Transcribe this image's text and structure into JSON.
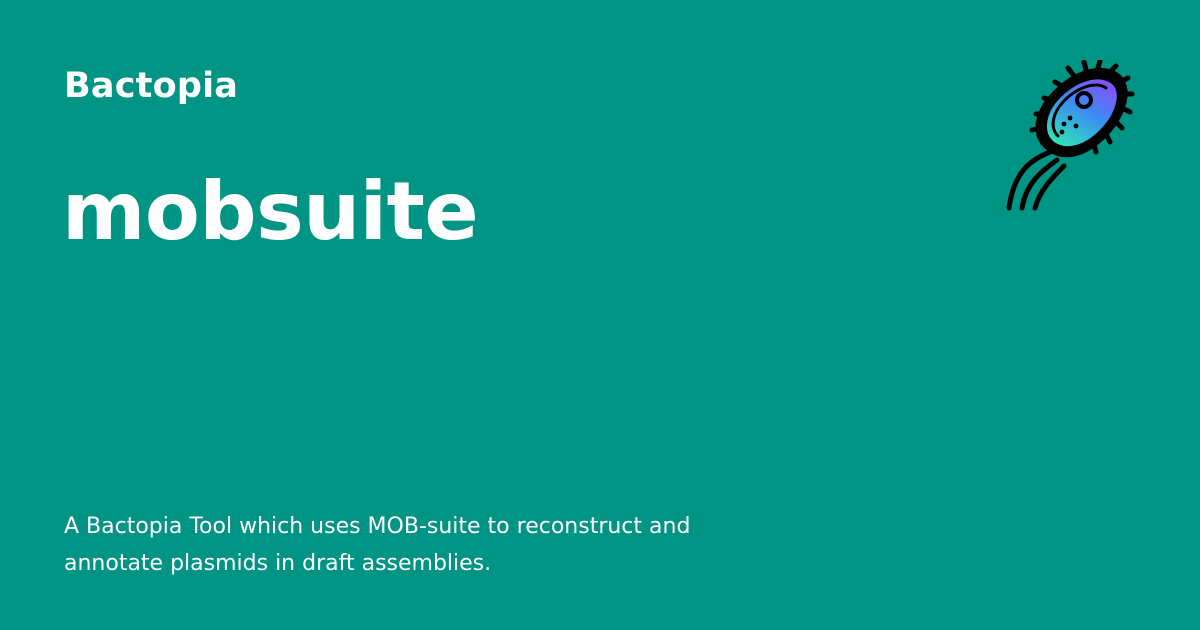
{
  "brand": {
    "site_name": "Bactopia",
    "logo_icon": "bacterium-icon"
  },
  "page": {
    "title": "mobsuite",
    "description": "A Bactopia Tool which uses MOB-suite to reconstruct and annotate plasmids in draft assemblies."
  },
  "colors": {
    "background": "#009485",
    "text": "#ffffff",
    "logo_gradient_top": "#8a4dff",
    "logo_gradient_mid": "#3b8cf2",
    "logo_gradient_bottom": "#2ee8b6",
    "logo_outline": "#000000"
  }
}
